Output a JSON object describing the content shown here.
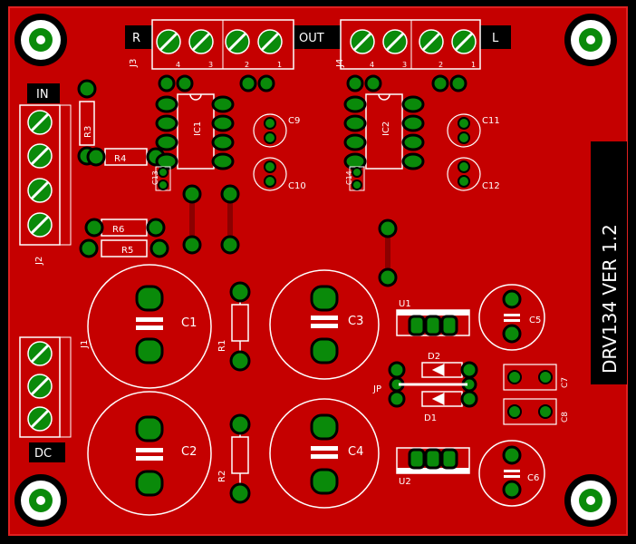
{
  "colors": {
    "board": "#c50000",
    "silk": "#ffffff",
    "pad": "#0a8a0a",
    "copper": "#f0d000",
    "bg": "#000000",
    "trace": "#8b0000"
  },
  "labels": {
    "j3": "J3",
    "j4": "J4",
    "j2": "J2",
    "j1": "J1",
    "r": "R",
    "out": "OUT",
    "l": "L",
    "in": "IN",
    "dc": "DC",
    "title": "DRV134  VER 1.2",
    "r1": "R1",
    "r2": "R2",
    "r3": "R3",
    "r4": "R4",
    "r5": "R5",
    "r6": "R6",
    "c1": "C1",
    "c2": "C2",
    "c3": "C3",
    "c4": "C4",
    "c5": "C5",
    "c6": "C6",
    "c7": "C7",
    "c8": "C8",
    "c9": "C9",
    "c10": "C10",
    "c11": "C11",
    "c12": "C12",
    "c13": "C13",
    "c14": "C14",
    "u1": "U1",
    "u2": "U2",
    "d1": "D1",
    "d2": "D2",
    "jp": "JP",
    "ic1": "IC1",
    "ic2": "IC2",
    "pin1": "1",
    "pin2": "2",
    "pin3": "3",
    "pin4": "4"
  }
}
